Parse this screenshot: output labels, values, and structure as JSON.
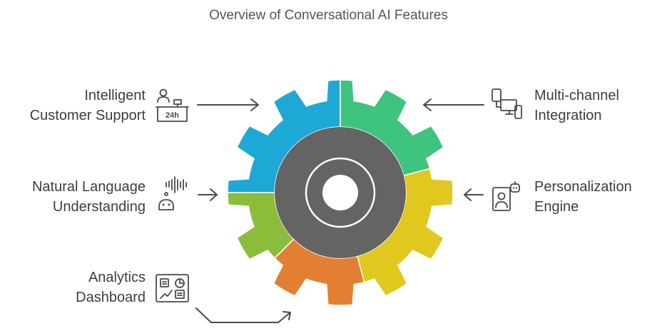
{
  "title": "Overview of Conversational AI Features",
  "features": [
    {
      "line1": "Intelligent",
      "line2": "Customer Support",
      "icon": "customer-support-24h-icon",
      "color": "#1ea8d6"
    },
    {
      "line1": "Multi-channel",
      "line2": "Integration",
      "icon": "multi-device-icon",
      "color": "#3ec47f"
    },
    {
      "line1": "Natural Language",
      "line2": "Understanding",
      "icon": "voice-robot-icon",
      "color": "#8cbd3a"
    },
    {
      "line1": "Personalization",
      "line2": "Engine",
      "icon": "personalized-profile-icon",
      "color": "#e1c81f"
    },
    {
      "line1": "Analytics",
      "line2": "Dashboard",
      "icon": "analytics-dashboard-icon",
      "color": "#e27f33"
    }
  ],
  "icon_text": {
    "support_24h": "24h"
  },
  "colors": {
    "gear_core": "#646464",
    "core_ring": "#ffffff"
  }
}
